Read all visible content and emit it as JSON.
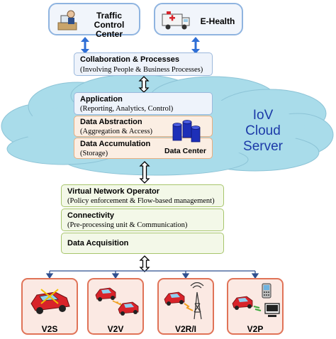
{
  "top_nodes": {
    "traffic": "Traffic Control\nCenter",
    "ehealth": "E-Health"
  },
  "collab": {
    "title": "Collaboration & Processes",
    "subtitle": "(Involving People & Business Processes)"
  },
  "cloud": {
    "label": "IoV\nCloud Server",
    "data_center": "Data Center",
    "layers": [
      {
        "title": "Application",
        "subtitle": "(Reporting, Analytics, Control)"
      },
      {
        "title": "Data Abstraction",
        "subtitle": "(Aggregation & Access)"
      },
      {
        "title": "Data Accumulation",
        "subtitle": "(Storage)"
      }
    ]
  },
  "network_layers": [
    {
      "title": "Virtual Network Operator",
      "subtitle": "(Policy enforcement & Flow-based management)"
    },
    {
      "title": "Connectivity",
      "subtitle": "(Pre-processing unit & Communication)"
    },
    {
      "title": "Data Acquisition",
      "subtitle": ""
    }
  ],
  "vehicles": [
    "V2S",
    "V2V",
    "V2R/I",
    "V2P"
  ],
  "colors": {
    "cloud": "#a9dcea",
    "iov_text": "#1c3aa8",
    "arrow": "#2f6fd6",
    "blue_layer": "#eef3fb",
    "orange_layer": "#fbeee3",
    "green_layer": "#f3f8e8",
    "vehicle_border": "#e07357",
    "car_red": "#d8232a"
  }
}
